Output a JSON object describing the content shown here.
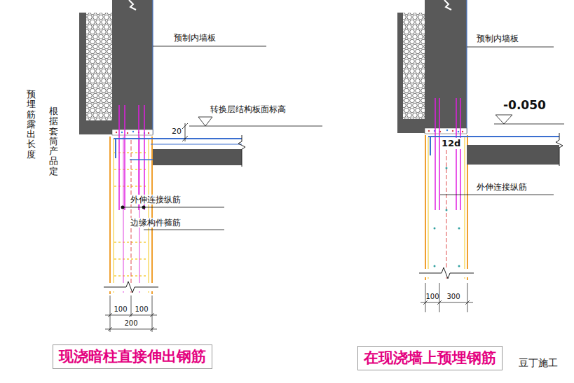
{
  "diagram": {
    "nodes": [
      {
        "text": [
          "现浇暗柱直接伸出钢筋"
        ]
      },
      {
        "text": [
          "在现浇墙上预埋钢筋"
        ]
      }
    ],
    "labels": [
      "预埋筋露出长度",
      "根据套筒产品定",
      "预制内墙板",
      "20",
      "转换层结构板面标高",
      "外伸连接纵筋",
      "边缘构件箍筋",
      "100",
      "100",
      "200",
      "预制内墙板",
      "-0.050",
      "12d",
      "外伸连接纵筋",
      "100",
      "300",
      "豆丁施工"
    ]
  }
}
